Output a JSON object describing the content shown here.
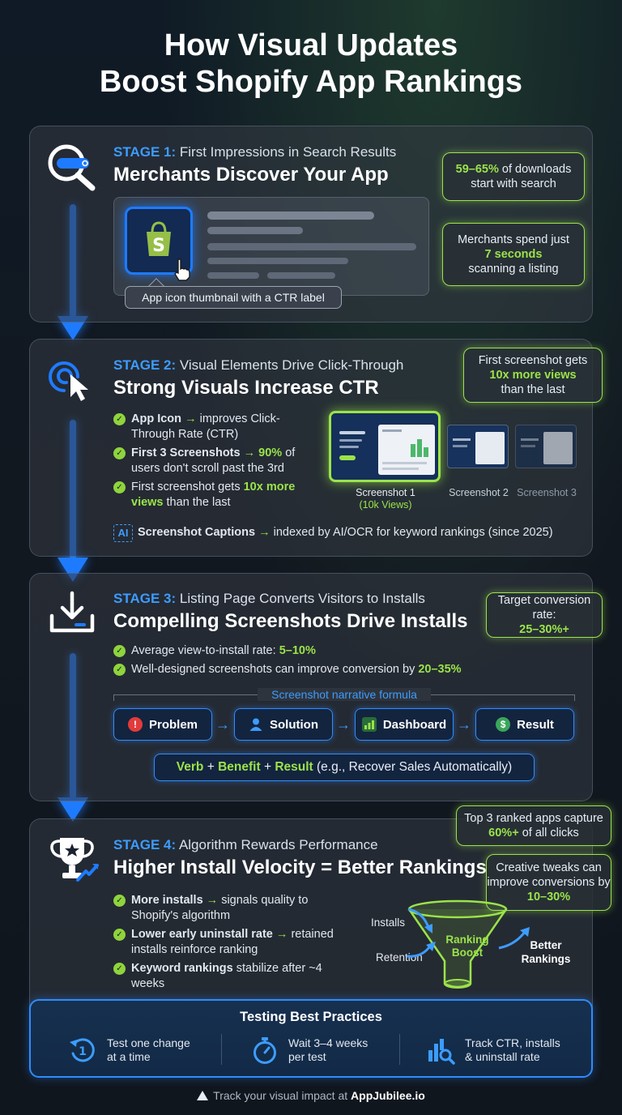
{
  "title_line1": "How Visual Updates",
  "title_line2": "Boost Shopify App Rankings",
  "stage1": {
    "label_num": "STAGE 1:",
    "label_text": "First Impressions in Search Results",
    "heading": "Merchants Discover Your App",
    "stat1_highlight": "59–65%",
    "stat1_rest": "of downloads start with search",
    "stat2_pre": "Merchants spend just",
    "stat2_highlight": "7 seconds",
    "stat2_post": "scanning a listing",
    "caption": "App icon thumbnail with a CTR label"
  },
  "stage2": {
    "label_num": "STAGE 2:",
    "label_text": "Visual Elements Drive Click-Through",
    "heading": "Strong Visuals Increase CTR",
    "callout_pre": "First screenshot gets",
    "callout_highlight": "10x more views",
    "callout_post": "than the last",
    "items": [
      {
        "bold": "App Icon",
        "arrow": "→",
        "rest": "improves Click-Through Rate (CTR)"
      },
      {
        "bold": "First 3 Screenshots",
        "arrow": "→",
        "highlight": "90%",
        "rest": "of users don't scroll past the 3rd"
      },
      {
        "pre": "First screenshot gets",
        "highlight": "10x more views",
        "rest": "than the last"
      }
    ],
    "screenshots": [
      {
        "label": "Screenshot 1",
        "sub": "(10k Views)"
      },
      {
        "label": "Screenshot 2"
      },
      {
        "label": "Screenshot 3"
      }
    ],
    "ai_badge": "AI",
    "caption_bold": "Screenshot Captions",
    "caption_arrow": "→",
    "caption_rest": "indexed by AI/OCR for keyword rankings (since 2025)"
  },
  "stage3": {
    "label_num": "STAGE 3:",
    "label_text": "Listing Page Converts Visitors to Installs",
    "heading": "Compelling Screenshots Drive Installs",
    "callout_pre": "Target conversion rate:",
    "callout_highlight": "25–30%+",
    "items": [
      {
        "pre": "Average view-to-install rate:",
        "highlight": "5–10%"
      },
      {
        "pre": "Well-designed screenshots can improve conversion by",
        "highlight": "20–35%"
      }
    ],
    "formula_title": "Screenshot narrative formula",
    "steps": [
      "Problem",
      "Solution",
      "Dashboard",
      "Result"
    ],
    "step_arrow": "→",
    "formula": {
      "w1": "Verb",
      "plus": "+",
      "w2": "Benefit",
      "w3": "Result",
      "example": "(e.g., Recover Sales Automatically)"
    }
  },
  "stage4": {
    "label_num": "STAGE 4:",
    "label_text": "Algorithm Rewards Performance",
    "heading": "Higher Install Velocity = Better Rankings",
    "callout1_pre": "Top 3 ranked apps capture",
    "callout1_highlight": "60%+",
    "callout1_post": "of all clicks",
    "callout2_pre": "Creative tweaks can improve conversions by",
    "callout2_highlight": "10–30%",
    "items": [
      {
        "bold": "More installs",
        "arrow": "→",
        "rest": "signals quality to Shopify's algorithm"
      },
      {
        "bold": "Lower early uninstall rate",
        "arrow": "→",
        "rest": "retained installs reinforce ranking"
      },
      {
        "bold": "Keyword rankings",
        "rest": "stabilize after ~4 weeks"
      }
    ],
    "funnel_in1": "Installs",
    "funnel_in2": "Retention",
    "funnel_center1": "Ranking",
    "funnel_center2": "Boost",
    "funnel_out": "Better Rankings"
  },
  "best_practices": {
    "title": "Testing Best Practices",
    "items": [
      {
        "icon": "cycle-one-icon",
        "line1": "Test one change",
        "line2": "at a time"
      },
      {
        "icon": "stopwatch-icon",
        "line1": "Wait 3–4 weeks",
        "line2": "per test"
      },
      {
        "icon": "chart-search-icon",
        "line1": "Track CTR, installs",
        "line2": "& uninstall rate"
      }
    ]
  },
  "footer_pre": "Track your visual impact at",
  "footer_brand": "AppJubilee.io",
  "colors": {
    "accent_blue": "#1e7bff",
    "accent_green": "#9be34a",
    "shopify_green": "#95bf47"
  }
}
